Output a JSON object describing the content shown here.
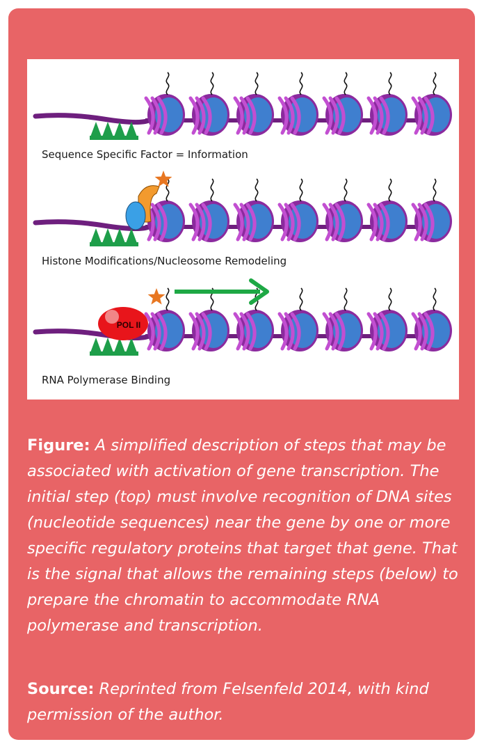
{
  "card": {
    "background": "#e86466"
  },
  "figure": {
    "rows": [
      {
        "label": "Sequence Specific Factor = Information"
      },
      {
        "label": "Histone Modifications/Nucleosome Remodeling"
      },
      {
        "label": "RNA Polymerase Binding",
        "polymerase_label": "POL II"
      }
    ],
    "colors": {
      "dna": "#6e1f7e",
      "nucleosome_purple": "#8b2a9e",
      "nucleosome_blue": "#3f7fcf",
      "binding_site": "#1e9e4a",
      "factor_blue": "#3aa0e6",
      "remodeler_orange": "#f29a2e",
      "modification_star": "#e87722",
      "polymerase_red": "#e8151b",
      "arrow_green": "#1ea845"
    }
  },
  "caption": {
    "label": "Figure:",
    "text": "A simplified description of steps that may be associated with activation of gene transcription. The initial step (top) must involve recognition of DNA sites (nucleotide sequences) near the gene by one or more specific regulatory proteins that target that gene. That is the signal that allows the remaining steps (below) to prepare the chromatin to accommodate RNA polymerase and transcription."
  },
  "source": {
    "label": "Source:",
    "text": "Reprinted from Felsenfeld 2014, with kind permission of the author."
  }
}
